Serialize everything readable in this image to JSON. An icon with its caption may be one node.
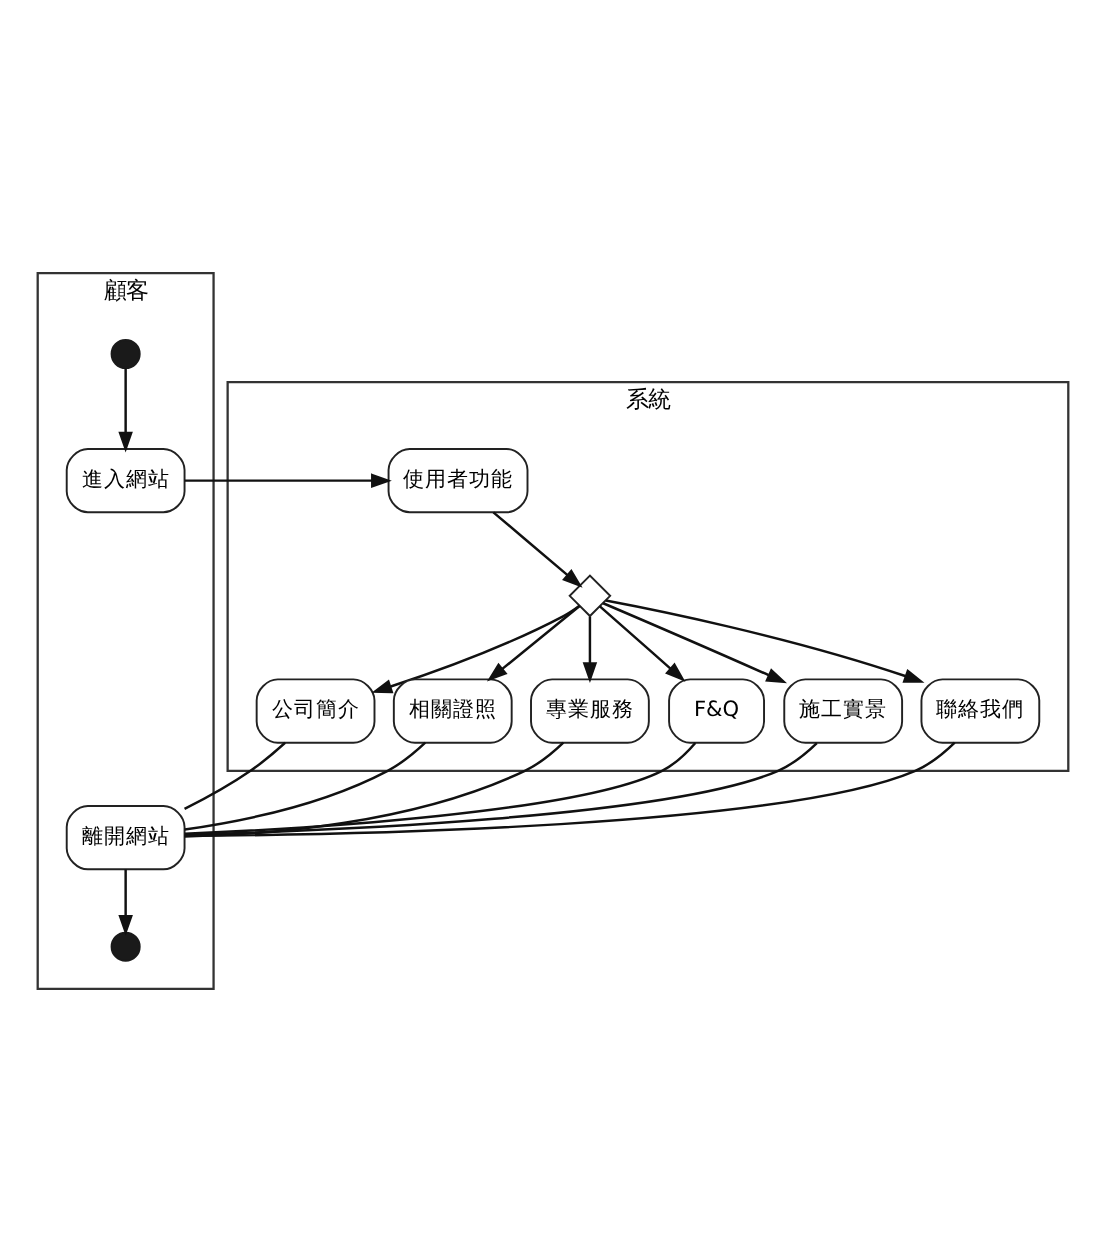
{
  "diagram": {
    "nodes": [
      {
        "text": [
          "顧客"
        ]
      },
      {
        "text": [
          "系統"
        ]
      },
      {
        "text": [],
        "shape": "circle",
        "in": 0
      },
      {
        "text": [
          "進入網站"
        ],
        "in": 0
      },
      {
        "text": [
          "使用者功能"
        ],
        "in": 1
      },
      {
        "text": [],
        "shape": "diamond",
        "in": 1
      },
      {
        "text": [
          "公司簡介"
        ],
        "in": 1
      },
      {
        "text": [
          "相關證照"
        ],
        "in": 1
      },
      {
        "text": [
          "專業服務"
        ],
        "in": 1
      },
      {
        "text": [
          "F&Q"
        ],
        "in": 1
      },
      {
        "text": [
          "施工實景"
        ],
        "in": 1
      },
      {
        "text": [
          "聯絡我們"
        ],
        "in": 1
      },
      {
        "text": [
          "離開網站"
        ],
        "in": 0
      },
      {
        "text": [],
        "shape": "circle",
        "in": 0
      }
    ],
    "edges": [
      {
        "from": 2,
        "to": 3,
        "arrow": "to"
      },
      {
        "from": 3,
        "to": 4,
        "arrow": "to"
      },
      {
        "from": 4,
        "to": 5,
        "arrow": "to"
      },
      {
        "from": 5,
        "to": 6,
        "arrow": "to"
      },
      {
        "from": 5,
        "to": 7,
        "arrow": "to"
      },
      {
        "from": 5,
        "to": 8,
        "arrow": "to"
      },
      {
        "from": 5,
        "to": 9,
        "arrow": "to"
      },
      {
        "from": 5,
        "to": 10,
        "arrow": "to"
      },
      {
        "from": 5,
        "to": 11,
        "arrow": "to"
      },
      {
        "from": 6,
        "to": 12,
        "arrow": "none"
      },
      {
        "from": 7,
        "to": 12,
        "arrow": "none"
      },
      {
        "from": 8,
        "to": 12,
        "arrow": "none"
      },
      {
        "from": 9,
        "to": 12,
        "arrow": "none"
      },
      {
        "from": 10,
        "to": 12,
        "arrow": "none"
      },
      {
        "from": 11,
        "to": 12,
        "arrow": "none"
      },
      {
        "from": 12,
        "to": 13,
        "arrow": "to"
      }
    ]
  }
}
